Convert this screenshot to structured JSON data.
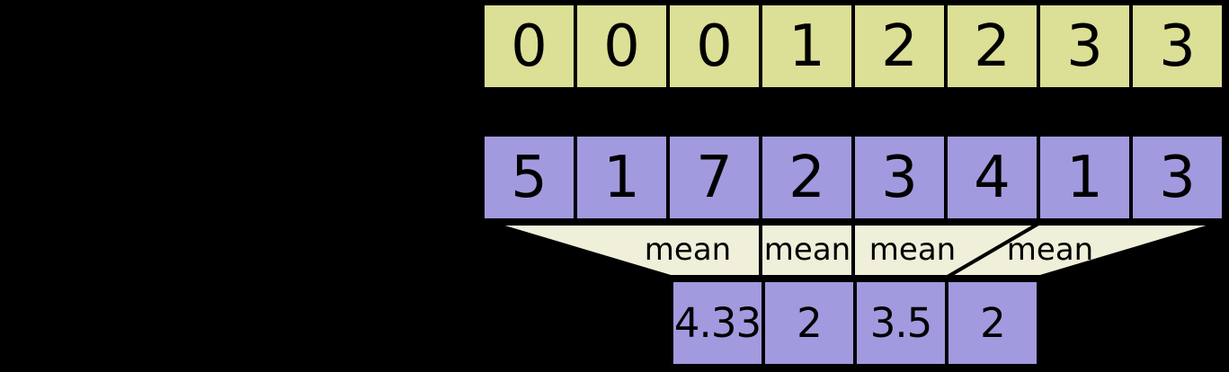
{
  "colors": {
    "background": "#000000",
    "line": "#000000",
    "index_cell": "#dcdf96",
    "value_cell": "#a29ade",
    "funnel": "#efefda"
  },
  "index_row": {
    "values": [
      "0",
      "0",
      "0",
      "1",
      "2",
      "2",
      "3",
      "3"
    ]
  },
  "input_row": {
    "values": [
      "5",
      "1",
      "7",
      "2",
      "3",
      "4",
      "1",
      "3"
    ]
  },
  "reduce": {
    "labels": [
      "mean",
      "mean",
      "mean",
      "mean"
    ]
  },
  "output_row": {
    "values": [
      "4.33",
      "2",
      "3.5",
      "2"
    ]
  }
}
